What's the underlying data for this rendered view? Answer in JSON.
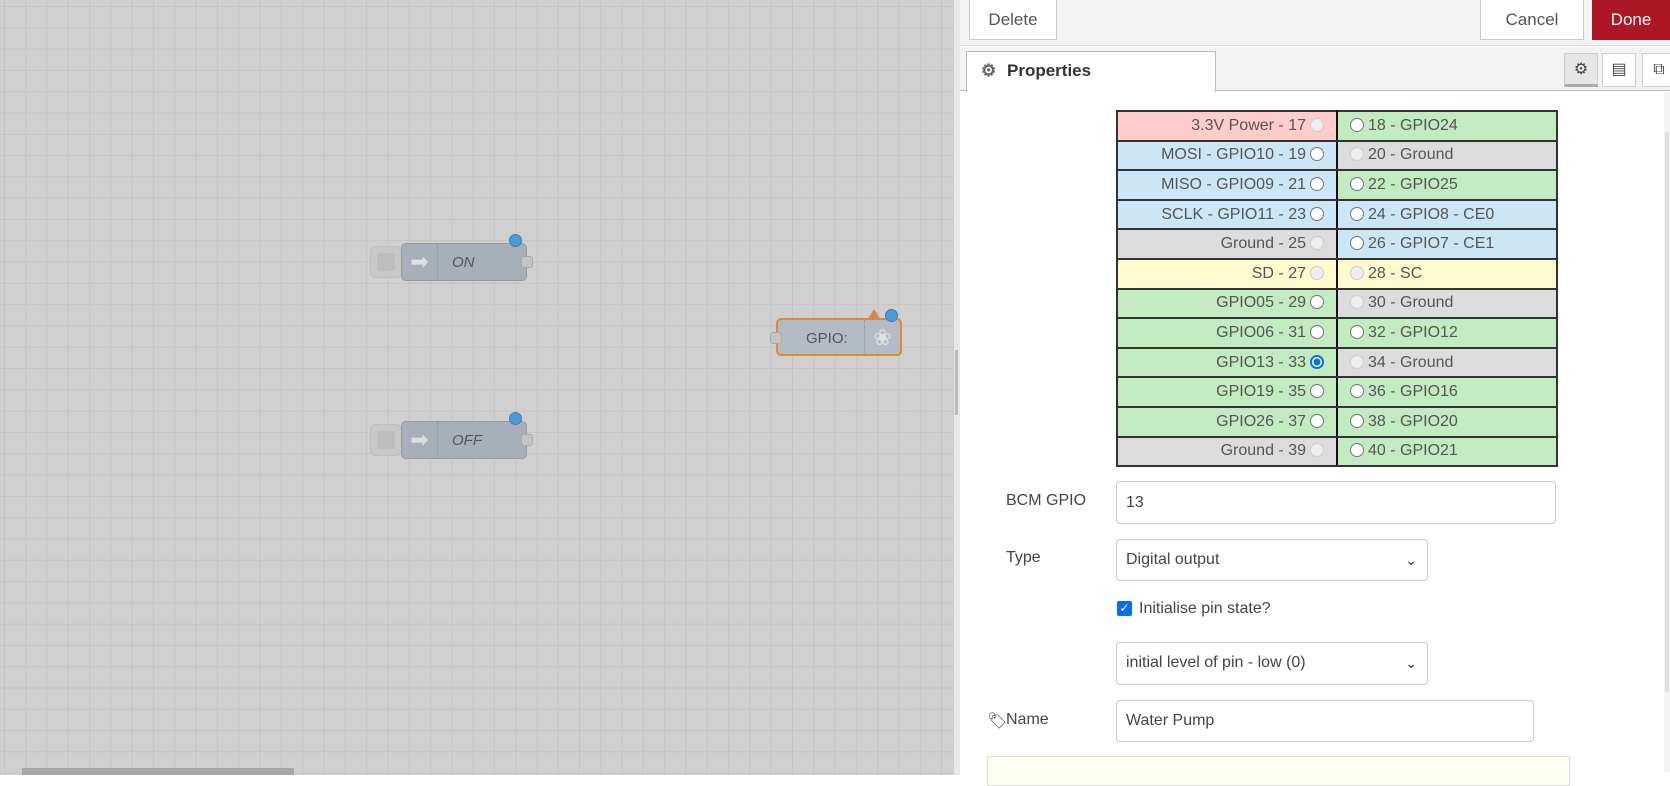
{
  "canvas": {
    "nodes": [
      {
        "type": "inject",
        "label": "ON",
        "icon": "arrow-right-icon"
      },
      {
        "type": "inject",
        "label": "OFF",
        "icon": "arrow-right-icon"
      },
      {
        "type": "rpi-gpio-out",
        "label": "GPIO:",
        "icon": "raspberry-pi-icon",
        "selected": true,
        "warning": true
      }
    ]
  },
  "toolbar": {
    "delete": "Delete",
    "cancel": "Cancel",
    "done": "Done"
  },
  "tabs": {
    "properties": "Properties",
    "icons": [
      "gear-icon",
      "description-icon",
      "appearance-icon"
    ]
  },
  "pins": [
    {
      "left": "3.3V Power - 17",
      "left_state": "disabled",
      "left_color": "#ffcccc",
      "right": "18 - GPIO24",
      "right_state": "enabled",
      "right_color": "#c2ebc2"
    },
    {
      "left": "MOSI - GPIO10 - 19",
      "left_state": "enabled",
      "left_color": "#cde6f5",
      "right": "20 - Ground",
      "right_state": "disabled",
      "right_color": "#dcdcdc"
    },
    {
      "left": "MISO - GPIO09 - 21",
      "left_state": "enabled",
      "left_color": "#cde6f5",
      "right": "22 - GPIO25",
      "right_state": "enabled",
      "right_color": "#c2ebc2"
    },
    {
      "left": "SCLK - GPIO11 - 23",
      "left_state": "enabled",
      "left_color": "#cde6f5",
      "right": "24 - GPIO8 - CE0",
      "right_state": "enabled",
      "right_color": "#cde6f5"
    },
    {
      "left": "Ground - 25",
      "left_state": "disabled",
      "left_color": "#dcdcdc",
      "right": "26 - GPIO7 - CE1",
      "right_state": "enabled",
      "right_color": "#cde6f5"
    },
    {
      "left": "SD - 27",
      "left_state": "disabled",
      "left_color": "#fffacd",
      "right": "28 - SC",
      "right_state": "disabled",
      "right_color": "#fffacd"
    },
    {
      "left": "GPIO05 - 29",
      "left_state": "enabled",
      "left_color": "#c2ebc2",
      "right": "30 - Ground",
      "right_state": "disabled",
      "right_color": "#dcdcdc"
    },
    {
      "left": "GPIO06 - 31",
      "left_state": "enabled",
      "left_color": "#c2ebc2",
      "right": "32 - GPIO12",
      "right_state": "enabled",
      "right_color": "#c2ebc2"
    },
    {
      "left": "GPIO13 - 33",
      "left_state": "selected",
      "left_color": "#c2ebc2",
      "right": "34 - Ground",
      "right_state": "disabled",
      "right_color": "#dcdcdc"
    },
    {
      "left": "GPIO19 - 35",
      "left_state": "enabled",
      "left_color": "#c2ebc2",
      "right": "36 - GPIO16",
      "right_state": "enabled",
      "right_color": "#c2ebc2"
    },
    {
      "left": "GPIO26 - 37",
      "left_state": "enabled",
      "left_color": "#c2ebc2",
      "right": "38 - GPIO20",
      "right_state": "enabled",
      "right_color": "#c2ebc2"
    },
    {
      "left": "Ground - 39",
      "left_state": "disabled",
      "left_color": "#dcdcdc",
      "right": "40 - GPIO21",
      "right_state": "enabled",
      "right_color": "#c2ebc2"
    }
  ],
  "form": {
    "bcm_label": "BCM GPIO",
    "bcm_value": "13",
    "type_label": "Type",
    "type_value": "Digital output",
    "init_label": "Initialise pin state?",
    "init_checked": true,
    "level_value": "initial level of pin - low (0)",
    "name_label": "Name",
    "name_value": "Water Pump"
  },
  "colors": {
    "done": "#ad1625",
    "selected_node_border": "#e08a2b",
    "status_dot": "#4a9ad6"
  }
}
